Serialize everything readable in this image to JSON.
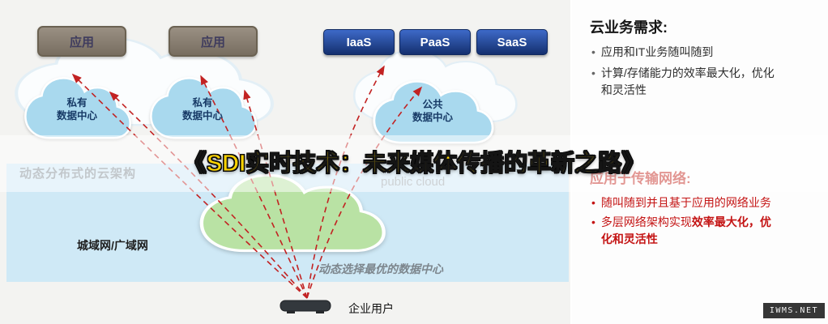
{
  "banner": {
    "title": "《SDI实时技术：未来媒体传播的革新之路》"
  },
  "watermark": {
    "label": "IWMS.NET"
  },
  "diagram": {
    "app1": "应用",
    "app2": "应用",
    "private_dc1": "私有\n数据中心",
    "private_dc2": "私有\n数据中心",
    "public_dc": "公共\n数据中心",
    "iaas": "IaaS",
    "paas": "PaaS",
    "saas": "SaaS",
    "arch_caption": "动态分布式的云架构",
    "public_cloud_caption": "public cloud",
    "wan": "城域网/广域网",
    "optimal_caption": "动态选择最优的数据中心",
    "enterprise": "企业用户"
  },
  "panel": {
    "bullet": "•",
    "requirements": {
      "title": "云业务需求:",
      "item1": "应用和IT业务随叫随到",
      "item2": "计算/存储能力的效率最大化，优化和灵活性"
    },
    "transport": {
      "title": "应用于传输网络:",
      "item1": "随叫随到并且基于应用的网络业务",
      "item2_normal": "多层网络架构实现",
      "item2_bold": "效率最大化，优化和灵活性"
    }
  },
  "colors": {
    "arrow_red": "#c22222",
    "cloud_blue": "#a9d9ee",
    "cloud_green": "#b9e2a4",
    "band_blue": "#cfe9f6",
    "box_navy": "#142f6e",
    "app_box_brown": "#8a8073",
    "banner_yellow": "#ffd400"
  }
}
